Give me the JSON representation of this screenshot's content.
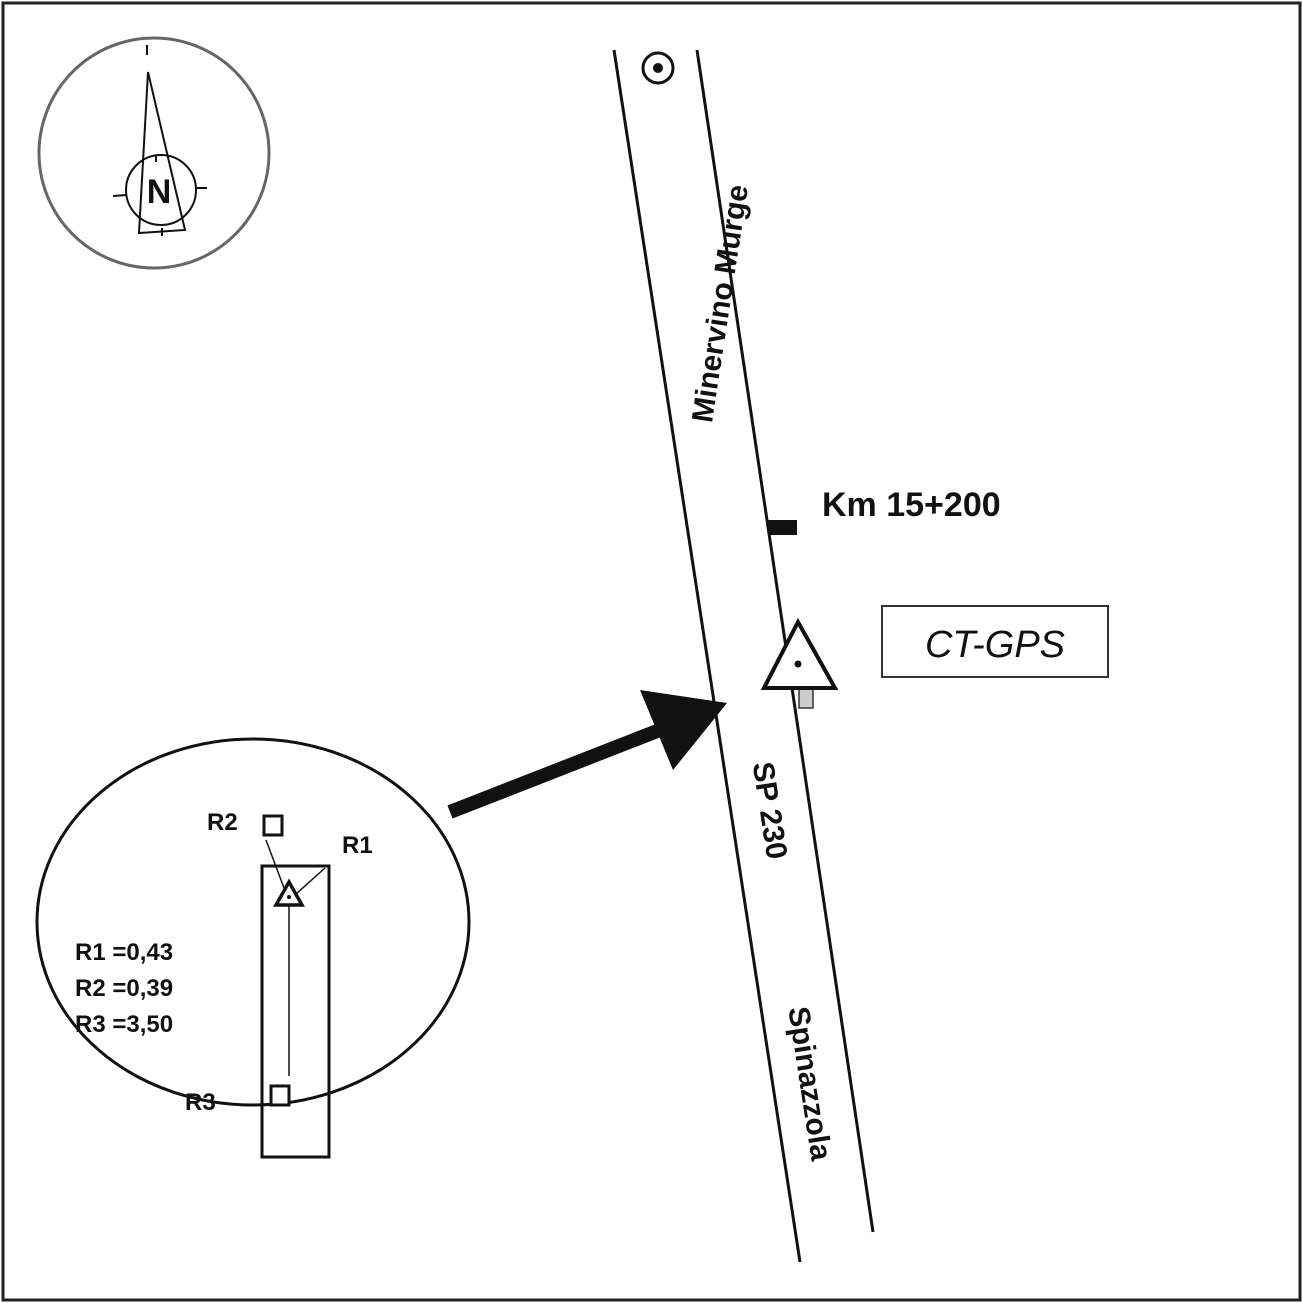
{
  "compass": {
    "label": "N"
  },
  "roads": {
    "north_label": "Minervino Murge",
    "road_name": "SP 230",
    "south_label": "Spinazzola"
  },
  "km_marker": "Km 15+200",
  "station": {
    "label": "CT-GPS"
  },
  "inset": {
    "points": {
      "r1": "R1",
      "r2": "R2",
      "r3": "R3"
    },
    "distances": [
      "R1 =0,43",
      "R2 =0,39",
      "R3 =3,50"
    ]
  }
}
